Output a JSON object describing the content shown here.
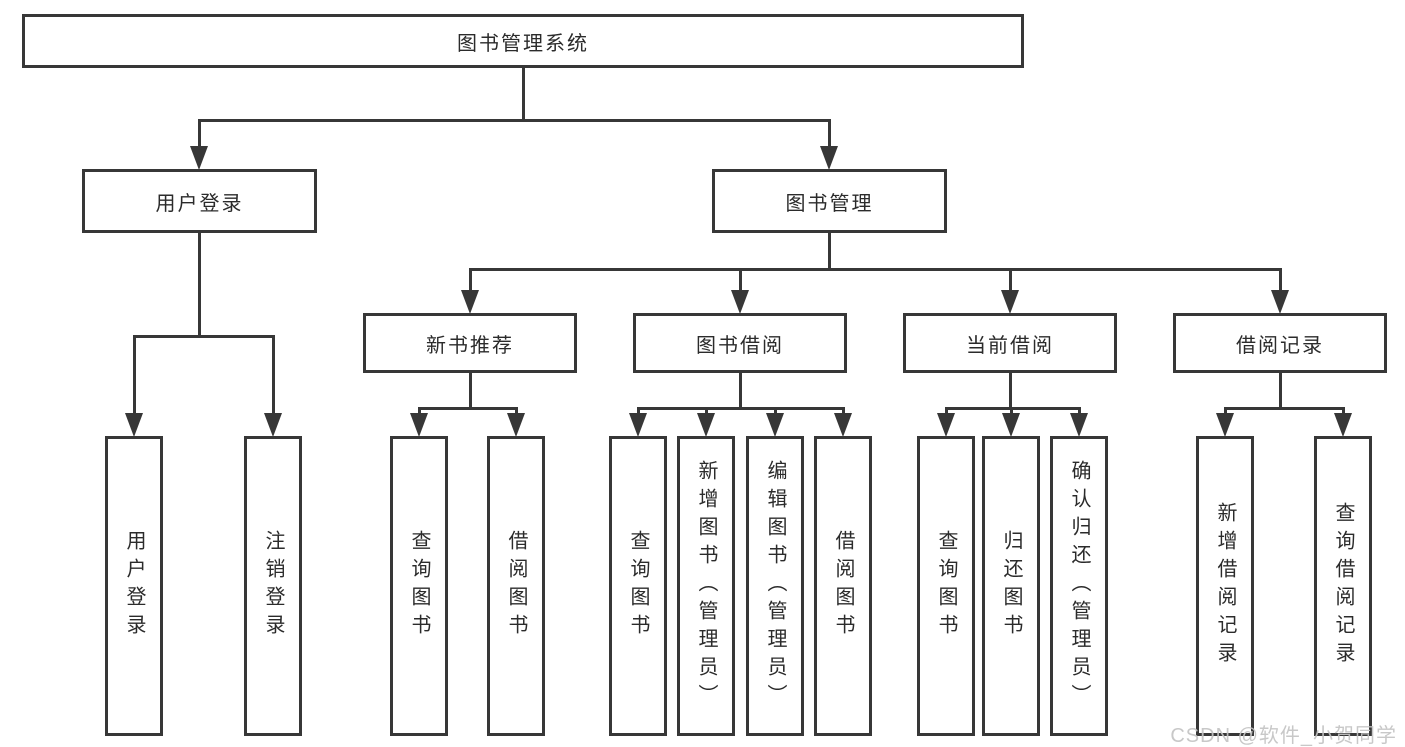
{
  "diagram": {
    "root": "图书管理系统",
    "branches": [
      {
        "label": "用户登录",
        "children": [
          "用户登录",
          "注销登录"
        ]
      },
      {
        "label": "图书管理",
        "groups": [
          {
            "label": "新书推荐",
            "children": [
              "查询图书",
              "借阅图书"
            ]
          },
          {
            "label": "图书借阅",
            "children": [
              "查询图书",
              "新增图书（管理员）",
              "编辑图书（管理员）",
              "借阅图书"
            ]
          },
          {
            "label": "当前借阅",
            "children": [
              "查询图书",
              "归还图书",
              "确认归还（管理员）"
            ]
          },
          {
            "label": "借阅记录",
            "children": [
              "新增借阅记录",
              "查询借阅记录"
            ]
          }
        ]
      }
    ]
  },
  "watermark": "CSDN @软件_小贺同学",
  "colors": {
    "line": "#373737",
    "text": "#2b2b2b",
    "watermark": "#c3c3c3",
    "background": "#ffffff"
  }
}
